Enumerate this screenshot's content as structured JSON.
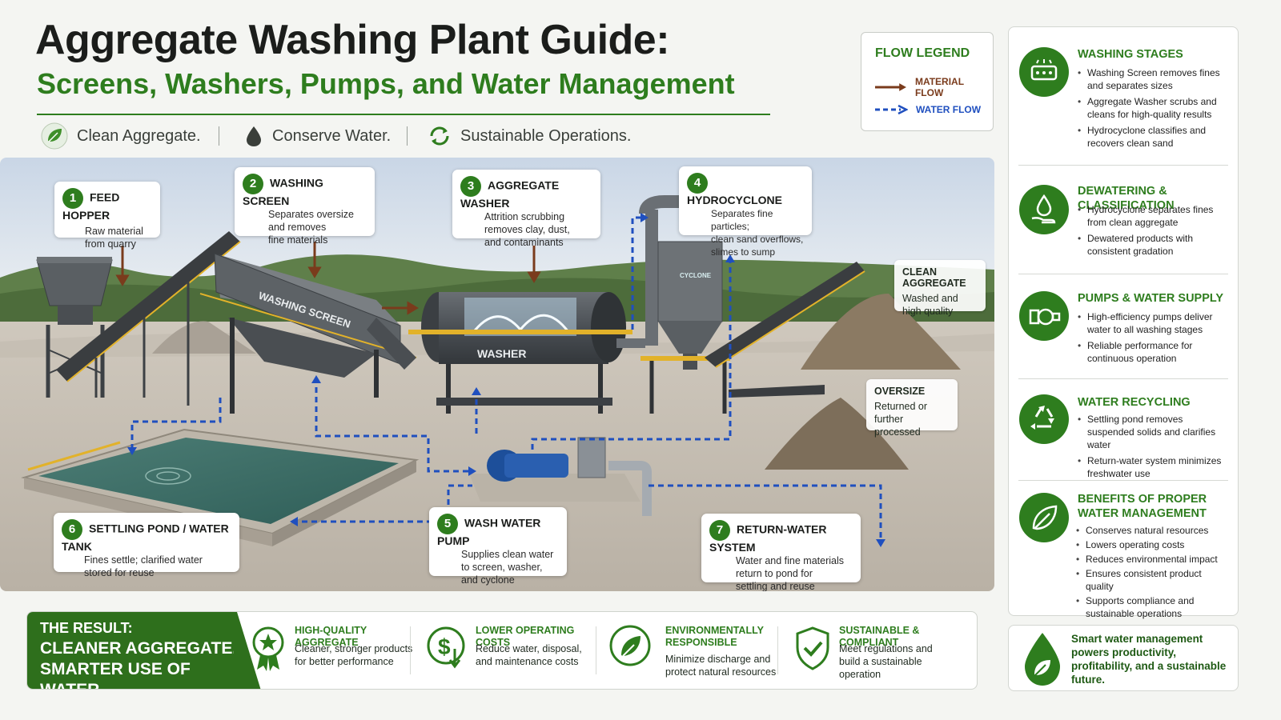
{
  "header": {
    "title": "Aggregate Washing Plant Guide:",
    "subtitle": "Screens, Washers, Pumps, and Water Management",
    "taglines": [
      "Clean Aggregate.",
      "Conserve Water.",
      "Sustainable Operations."
    ]
  },
  "legend": {
    "title": "FLOW LEGEND",
    "material": "MATERIAL FLOW",
    "water": "WATER FLOW"
  },
  "colors": {
    "brand_green": "#2e7d1e",
    "material_flow": "#7a3b1c",
    "water_flow": "#1f4fbf"
  },
  "callouts": [
    {
      "num": "1",
      "title": "FEED HOPPER",
      "desc": "Raw material\nfrom quarry"
    },
    {
      "num": "2",
      "title": "WASHING SCREEN",
      "desc": "Separates oversize\nand removes\nfine materials"
    },
    {
      "num": "3",
      "title": "AGGREGATE WASHER",
      "desc": "Attrition scrubbing\nremoves clay, dust,\nand contaminants"
    },
    {
      "num": "4",
      "title": "HYDROCYCLONE",
      "desc": "Separates fine particles;\nclean sand overflows,\nslimes to sump"
    },
    {
      "num": "5",
      "title": "WASH WATER PUMP",
      "desc": "Supplies clean water\nto screen, washer,\nand cyclone"
    },
    {
      "num": "6",
      "title": "SETTLING POND / WATER TANK",
      "desc": "Fines settle; clarified water\nstored for reuse"
    },
    {
      "num": "7",
      "title": "RETURN-WATER SYSTEM",
      "desc": "Water and fine materials\nreturn to pond for\nsettling and reuse"
    }
  ],
  "side_callouts": [
    {
      "title": "CLEAN AGGREGATE",
      "desc": "Washed and\nhigh quality"
    },
    {
      "title": "OVERSIZE",
      "desc": "Returned or\nfurther processed"
    }
  ],
  "equipment_labels": {
    "screen": "WASHING SCREEN",
    "washer": "WASHER",
    "cyclone": "CYCLONE"
  },
  "right_panel": [
    {
      "title": "WASHING STAGES",
      "icon": "screen-icon",
      "items": [
        "Washing Screen removes fines and separates sizes",
        "Aggregate Washer scrubs and cleans for high-quality results",
        "Hydrocyclone classifies and recovers clean sand"
      ]
    },
    {
      "title": "DEWATERING & CLASSIFICATION",
      "icon": "water-drop-hand-icon",
      "items": [
        "Hydrocyclone separates fines from clean aggregate",
        "Dewatered products with consistent gradation"
      ]
    },
    {
      "title": "PUMPS & WATER SUPPLY",
      "icon": "pump-icon",
      "items": [
        "High-efficiency pumps deliver water to all washing stages",
        "Reliable performance for continuous operation"
      ]
    },
    {
      "title": "WATER RECYCLING",
      "icon": "recycle-icon",
      "items": [
        "Settling pond removes suspended solids and clarifies water",
        "Return-water system minimizes freshwater use"
      ]
    },
    {
      "title": "BENEFITS OF PROPER WATER MANAGEMENT",
      "icon": "leaf-icon",
      "items": [
        "Conserves natural resources",
        "Lowers operating costs",
        "Reduces environmental impact",
        "Ensures consistent product quality",
        "Supports compliance and sustainable operations"
      ]
    }
  ],
  "right_bottom": "Smart water management powers productivity, profitability, and a sustainable future.",
  "result": {
    "label": "THE RESULT:",
    "headline": "CLEANER AGGREGATE.\nSMARTER USE OF WATER.",
    "benefits": [
      {
        "title": "HIGH-QUALITY AGGREGATE",
        "desc": "Cleaner, stronger products\nfor better performance",
        "icon": "award-icon"
      },
      {
        "title": "LOWER OPERATING COSTS",
        "desc": "Reduce water, disposal,\nand maintenance costs",
        "icon": "dollar-down-icon"
      },
      {
        "title": "ENVIRONMENTALLY\nRESPONSIBLE",
        "desc": "Minimize discharge and\nprotect natural resources",
        "icon": "leaf-icon"
      },
      {
        "title": "SUSTAINABLE & COMPLIANT",
        "desc": "Meet regulations and\nbuild a sustainable\noperation",
        "icon": "shield-check-icon"
      }
    ]
  }
}
